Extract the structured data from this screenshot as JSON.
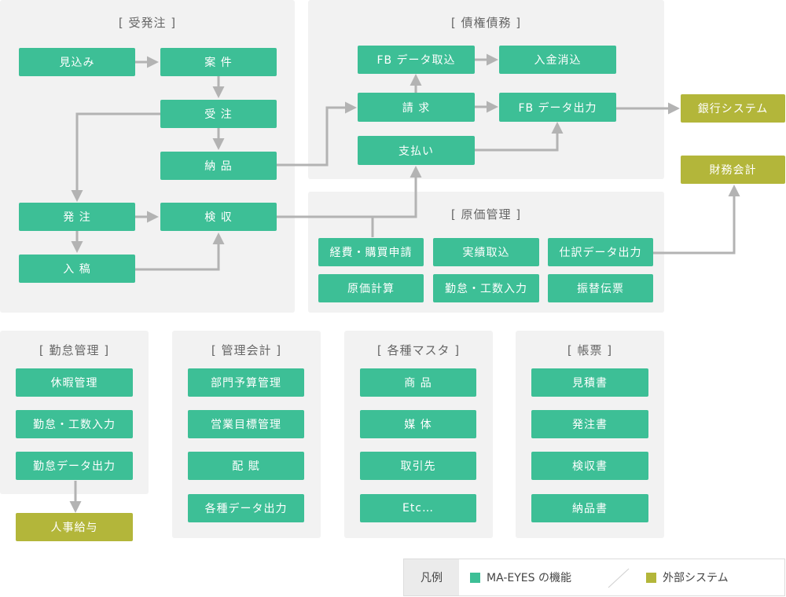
{
  "sections": {
    "juhatchu": "[ 受発注 ]",
    "saiken": "[ 債権債務 ]",
    "genka": "[ 原価管理 ]",
    "kintai": "[ 勤怠管理 ]",
    "kanri": "[ 管理会計 ]",
    "master": "[ 各種マスタ ]",
    "chohyo": "[ 帳票 ]"
  },
  "nodes": {
    "mikomi": "見込み",
    "anken": "案 件",
    "juchu": "受 注",
    "nohin": "納 品",
    "hatchu": "発 注",
    "kenshu": "検 収",
    "nyuko": "入 稿",
    "fb_torikomi": "FB データ取込",
    "nyukin": "入金消込",
    "seikyu": "請 求",
    "fb_shutsuryoku": "FB データ出力",
    "shiharai": "支払い",
    "ginko": "銀行システム",
    "zaimu": "財務会計",
    "keihi": "経費・購買申請",
    "jisseki": "実績取込",
    "shiwake": "仕訳データ出力",
    "genka_keisan": "原価計算",
    "kintai_kosu": "勤怠・工数入力",
    "furikae": "振替伝票",
    "kyuka": "休暇管理",
    "kintai_input": "勤怠・工数入力",
    "kintai_output": "勤怠データ出力",
    "jinji": "人事給与",
    "bumon": "部門予算管理",
    "eigyo": "営業目標管理",
    "haifu": "配 賦",
    "kakushu_output": "各種データ出力",
    "shohin": "商 品",
    "baitai": "媒 体",
    "torihikisaki": "取引先",
    "etc": "Etc…",
    "mitsumori": "見積書",
    "hatchusho": "発注書",
    "kenshusho": "検収書",
    "nohinsho": "納品書"
  },
  "legend": {
    "label": "凡例",
    "internal": "MA-EYES の機能",
    "external": "外部システム"
  },
  "colors": {
    "internal": "#3dbf96",
    "external": "#b3b63a",
    "panel": "#f2f2f2",
    "arrow": "#b3b3b3"
  }
}
